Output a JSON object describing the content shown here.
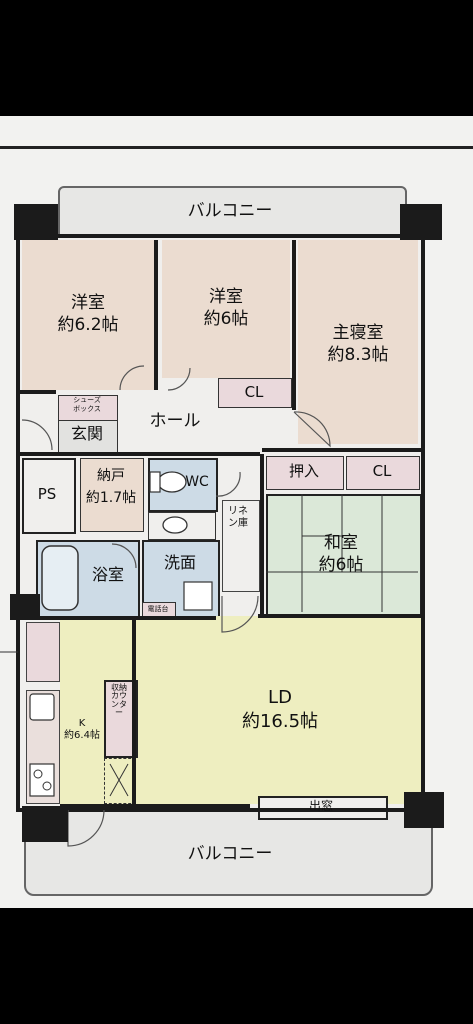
{
  "rooms": {
    "balcony_top": "バルコニー",
    "balcony_bottom": "バルコニー",
    "western1_name": "洋室",
    "western1_size": "約6.2帖",
    "western2_name": "洋室",
    "western2_size": "約6帖",
    "master_name": "主寝室",
    "master_size": "約8.3帖",
    "cl_upper": "CL",
    "shoes_box": "シューズ\nボックス",
    "entrance": "玄関",
    "hall": "ホール",
    "ps": "PS",
    "storage_name": "納戸",
    "storage_size": "約1.7帖",
    "wc": "WC",
    "linen": "リネン庫",
    "oshiire": "押入",
    "cl_lower": "CL",
    "bath": "浴室",
    "washroom": "洗面",
    "washitsu_name": "和室",
    "washitsu_size": "約6帖",
    "denwa": "電話台",
    "ld_name": "LD",
    "ld_size": "約16.5帖",
    "k_name": "K",
    "k_size": "約6.4帖",
    "counter": "収納カウンター",
    "demado": "出窓"
  },
  "colors": {
    "bedroom": "#ebdcd0",
    "ld": "#eeeec0",
    "japanese": "#dbe8d8",
    "wet": "#cddbe6",
    "closet": "#ead9dc",
    "floor": "#f0efed",
    "wall": "#1b1b1b"
  }
}
